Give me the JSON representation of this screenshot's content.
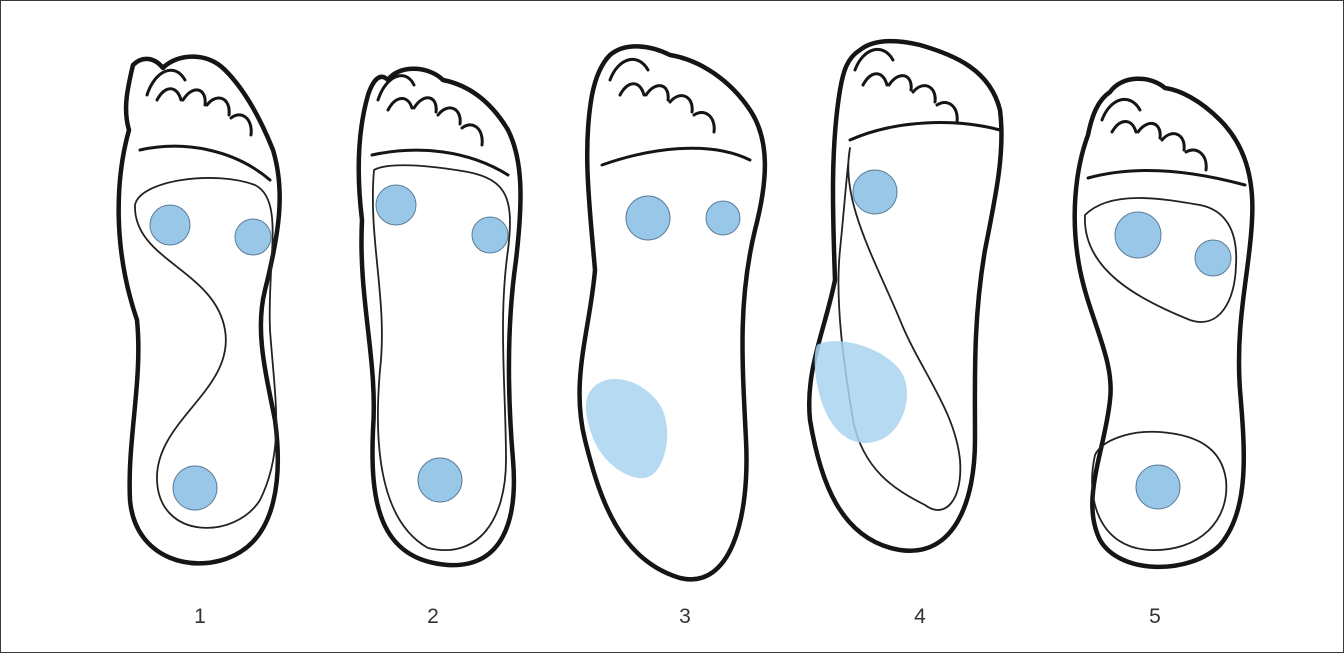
{
  "figure": {
    "footprints": [
      {
        "label": "1"
      },
      {
        "label": "2"
      },
      {
        "label": "3"
      },
      {
        "label": "4"
      },
      {
        "label": "5"
      }
    ]
  },
  "colors": {
    "outline": "#151515",
    "pressure_spot": "#8fc2e6",
    "background": "#ffffff"
  }
}
